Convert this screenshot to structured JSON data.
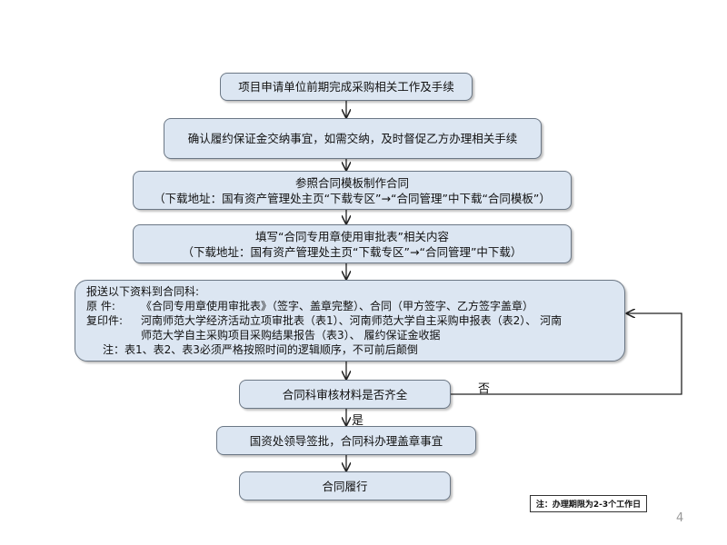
{
  "steps": [
    {
      "text": "项目申请单位前期完成采购相关工作及手续"
    },
    {
      "text": "确认履约保证金交纳事宜，如需交纳，及时督促乙方办理相关手续"
    },
    {
      "text": "参照合同模板制作合同",
      "sub": "（下载地址：国有资产管理处主页“下载专区”→“合同管理”中下载“合同模板”）"
    },
    {
      "text": "填写“合同专用章使用审批表”相关内容",
      "sub": "（下载地址：国有资产管理处主页“下载专区”→“合同管理”中下载）"
    },
    {
      "title": "报送以下资料到合同科:",
      "original_label": "原    件:",
      "original": "《合同专用章使用审批表》（签字、盖章完整）、合同（甲方签字、乙方签字盖章）",
      "copy_label": "复印件:",
      "copy_line1": "河南师范大学经济活动立项审批表（表1）、河南师范大学自主采购申报表（表2）、 河南",
      "copy_line2": "师范大学自主采购项目采购结果报告（表3）、  履约保证金收据",
      "note": "注：表1、表2、表3必须严格按照时间的逻辑顺序，不可前后颠倒"
    },
    {
      "text": "合同科审核材料是否齐全"
    },
    {
      "text": "国资处领导签批，合同科办理盖章事宜"
    },
    {
      "text": "合同履行"
    }
  ],
  "labels": {
    "no": "否",
    "yes": "是"
  },
  "note": "注：办理期限为2-3个工作日",
  "page_number": "4",
  "colors": {
    "box_fill": "#dce6f2",
    "box_border": "#6b7785"
  }
}
